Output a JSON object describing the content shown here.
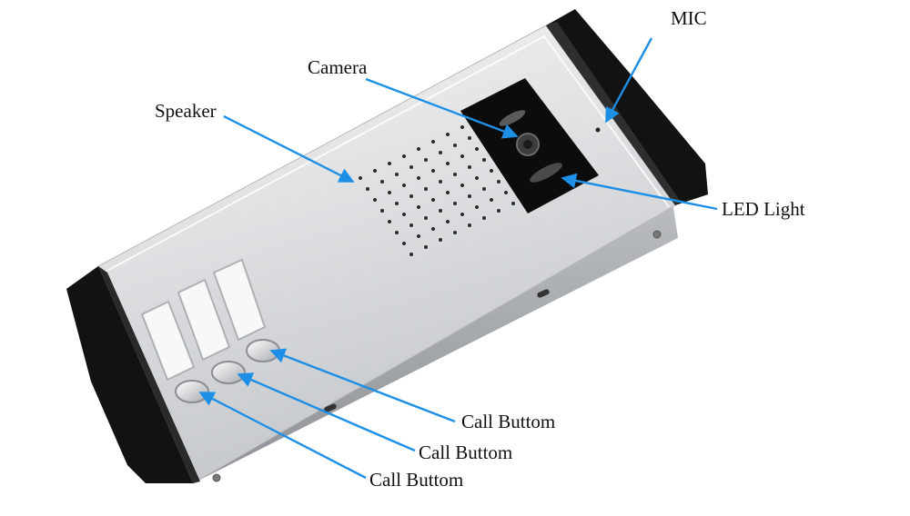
{
  "labels": {
    "mic": "MIC",
    "camera": "Camera",
    "speaker": "Speaker",
    "led_light": "LED Light",
    "call_1": "Call Buttom",
    "call_2": "Call Buttom",
    "call_3": "Call Buttom"
  },
  "colors": {
    "arrow": "#1e8fe6",
    "panel_light": "#e6e8ea",
    "panel_mid": "#c3c6ca",
    "panel_dark": "#9ea2a6",
    "end_cap": "#121212",
    "camera_module": "#0c0c0c",
    "speaker_hole": "#2a2a2a"
  },
  "icons": {
    "camera_lens": "camera-lens-icon",
    "led": "led-light-icon",
    "mic_hole": "mic-hole-icon",
    "call_button": "call-button-icon"
  }
}
